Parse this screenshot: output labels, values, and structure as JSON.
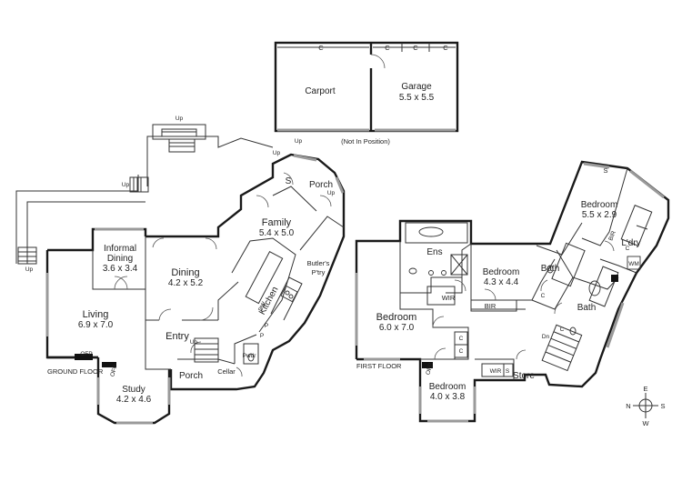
{
  "garage_block": {
    "carport": "Carport",
    "garage": "Garage",
    "garage_size": "5.5 x 5.5",
    "note": "(Not In Position)",
    "cupboard": "C"
  },
  "ground_floor": {
    "label": "GROUND FLOOR",
    "family": "Family",
    "family_size": "5.4 x 5.0",
    "informal_dining": [
      "Informal",
      "Dining"
    ],
    "informal_dining_size": "3.6 x 3.4",
    "dining": "Dining",
    "dining_size": "4.2 x 5.2",
    "living": "Living",
    "living_size": "6.9 x 7.0",
    "entry": "Entry",
    "porch_front": "Porch",
    "porch_rear": "Porch",
    "study": "Study",
    "study_size": "4.2 x 4.6",
    "kitchen": "Kitchen",
    "butlers_pantry": [
      "Butler's",
      "P'try"
    ],
    "cellar": "Cellar",
    "powder": "Pwdr",
    "ofp": "OFP",
    "dw": "DW",
    "pantry": "P",
    "store": "S",
    "up": "Up"
  },
  "first_floor": {
    "label": "FIRST FLOOR",
    "ens": "Ens",
    "bedroom_main": "Bedroom",
    "bedroom_main_size": "6.0 x 7.0",
    "bedroom_2": "Bedroom",
    "bedroom_2_size": "4.3 x 4.4",
    "bedroom_3": "Bedroom",
    "bedroom_3_size": "5.5 x 2.9",
    "bedroom_4": "Bedroom",
    "bedroom_4_size": "4.0 x 3.8",
    "wir": "WIR",
    "bir": "BIR",
    "bath": "Bath",
    "laundry": "L'dry",
    "store": "Store",
    "wm": "WM",
    "cupboard": "C",
    "linen": "S",
    "ofp": "OFP",
    "down": "Dn"
  },
  "compass": {
    "n": "N",
    "e": "E",
    "s": "S",
    "w": "W"
  }
}
